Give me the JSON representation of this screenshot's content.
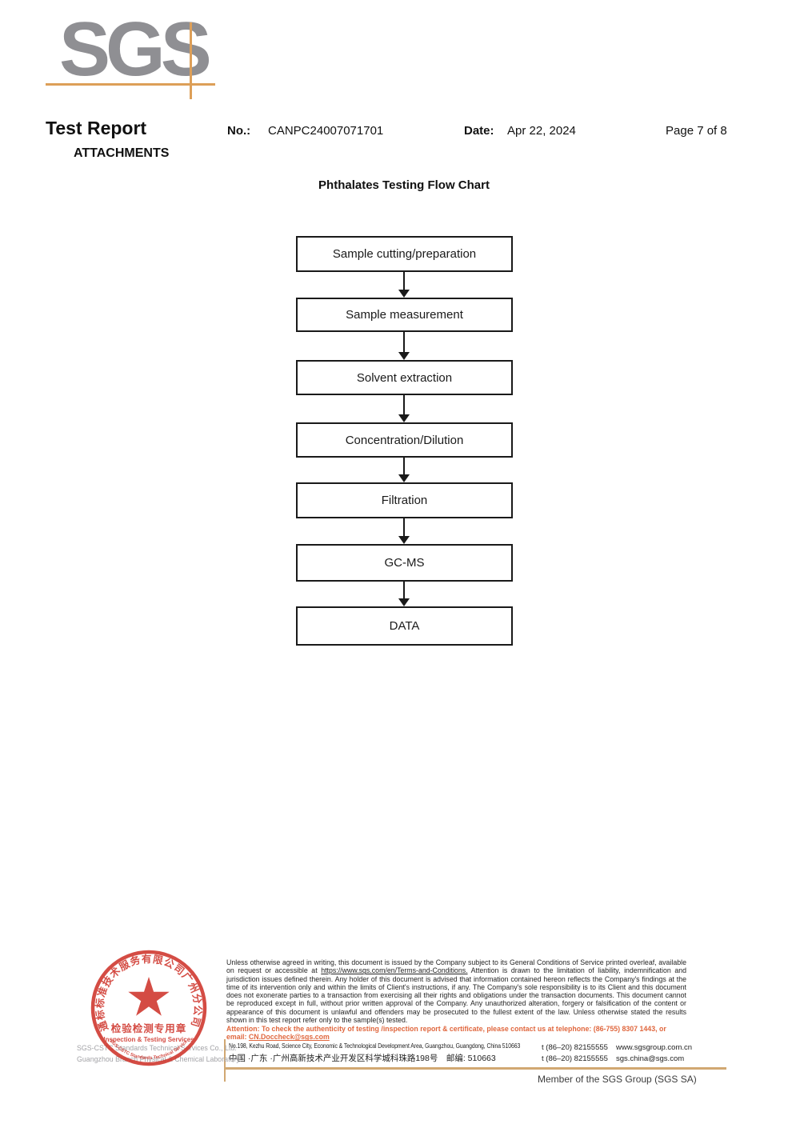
{
  "header": {
    "logo_text": "SGS",
    "title": "Test Report",
    "subtitle": "ATTACHMENTS",
    "no_label": "No.:",
    "no_value": "CANPC24007071701",
    "date_label": "Date:",
    "date_value": "Apr 22, 2024",
    "page_info": "Page 7 of 8"
  },
  "flowchart": {
    "title": "Phthalates Testing Flow Chart",
    "steps": [
      "Sample cutting/preparation",
      "Sample measurement",
      "Solvent extraction",
      "Concentration/Dilution",
      "Filtration",
      "GC-MS",
      "DATA"
    ]
  },
  "stamp": {
    "arc_text_cn": "通标标准技术服务有限公司广州分公司",
    "arc_text_en": "SGS-CSTC Standards Technical Services Co., Ltd. Guangzhou Branch",
    "seal_line_cn": "检验检测专用章",
    "seal_line_en": "Inspection & Testing Services",
    "company_line1": "SGS-CSTC Standards Technical Services Co., Ltd.",
    "company_line2": "Guangzhou Branch Physical & Chemical Laboratory."
  },
  "footer": {
    "disclaimer_part1": "Unless otherwise agreed in writing, this document is issued by the Company subject to its General Conditions of Service printed overleaf, available on request or accessible at ",
    "disclaimer_link": "https://www.sgs.com/en/Terms-and-Conditions.",
    "disclaimer_part2": " Attention is drawn to the limitation of liability, indemnification and jurisdiction issues defined therein. Any holder of this document is advised that information contained hereon reflects the Company's findings at the time of its intervention only and within the limits of Client's instructions, if any. The Company's sole responsibility is to its Client and this document does not exonerate parties to a transaction from exercising all their rights and obligations under the transaction documents. This document cannot be reproduced except in full, without prior written approval of the Company. Any unauthorized alteration, forgery or falsification of the content or appearance of this document is unlawful and offenders may be prosecuted to the fullest extent of the law. Unless otherwise stated the results shown in this test report refer only to the sample(s) tested.",
    "attention_text": "Attention: To check the authenticity of testing /inspection report & certificate, please contact us at telephone: (86-755) 8307 1443, or email: ",
    "attention_email": "CN.Doccheck@sgs.com",
    "address_en": "No.198, Kezhu Road, Science City, Economic & Technological Development Area, Guangzhou, Guangdong, China 510663",
    "address_cn": "中国 ·广东 ·广州高新技术产业开发区科学城科珠路198号　邮编: 510663",
    "tel1": "t (86–20) 82155555",
    "tel2": "t (86–20) 82155555",
    "website": "www.sgsgroup.com.cn",
    "email": "sgs.china@sgs.com",
    "member_text": "Member of the SGS Group (SGS SA)"
  },
  "colors": {
    "logo_gray": "#8f8f93",
    "accent_orange": "#dd9f58",
    "footer_line_tan": "#d1a872",
    "stamp_red": "#cf342b",
    "attention_red": "#e0673e"
  }
}
